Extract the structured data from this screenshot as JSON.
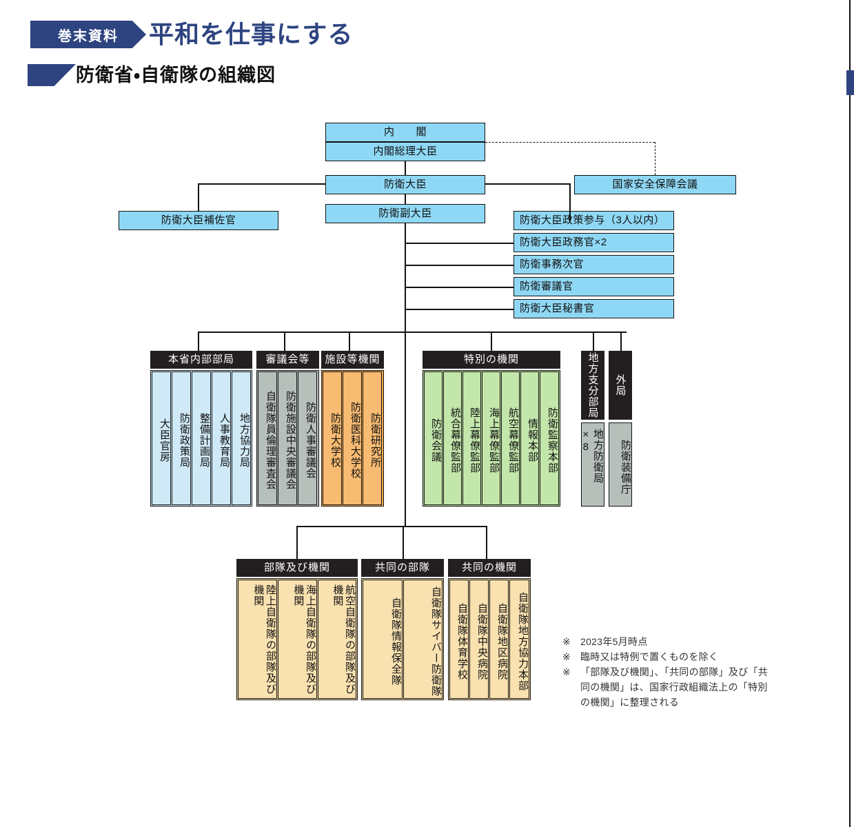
{
  "header": {
    "tag": "巻末資料",
    "title": "平和を仕事にする",
    "subtitle": "防衛省・自衛隊の組織図"
  },
  "chart_data": {
    "type": "diagram",
    "title": "防衛省・自衛隊の組織図",
    "top": {
      "cabinet": "内　　閣",
      "prime_minister": "内閣総理大臣",
      "nsc": "国家安全保障会議",
      "defense_minister": "防衛大臣",
      "state_minister": "防衛副大臣",
      "adviser_aide": "防衛大臣補佐官"
    },
    "minister_staff": [
      "防衛大臣政策参与（3人以内）",
      "防衛大臣政務官×2",
      "防衛事務次官",
      "防衛審議官",
      "防衛大臣秘書官"
    ],
    "groups": [
      {
        "name": "internal-bureaus",
        "header": "本省内部部局",
        "items": [
          "大臣官房",
          "防衛政策局",
          "整備計画局",
          "人事教育局",
          "地方協力局"
        ]
      },
      {
        "name": "councils",
        "header": "審議会等",
        "items": [
          "自衛隊員倫理審査会",
          "防衛施設中央審議会",
          "防衛人事審議会"
        ]
      },
      {
        "name": "facilities",
        "header": "施設等機関",
        "items": [
          "防衛大学校",
          "防衛医科大学校",
          "防衛研究所"
        ]
      },
      {
        "name": "special-organs",
        "header": "特別の機関",
        "items": [
          "防衛会議",
          "統合幕僚監部",
          "陸上幕僚監部",
          "海上幕僚監部",
          "航空幕僚監部",
          "情報本部",
          "防衛監察本部"
        ]
      }
    ],
    "side_columns": [
      {
        "name": "regional-branch",
        "header": "地方支分部局",
        "item": "地方防衛局×8"
      },
      {
        "name": "external-bureau",
        "header": "外局",
        "item": "防衛装備庁"
      }
    ],
    "bottom_groups": [
      {
        "name": "units-and-organizations",
        "header": "部隊及び機関",
        "items": [
          "陸上自衛隊の部隊及び機関",
          "海上自衛隊の部隊及び機関",
          "航空自衛隊の部隊及び機関"
        ]
      },
      {
        "name": "joint-units",
        "header": "共同の部隊",
        "items": [
          "自衛隊情報保全隊",
          "自衛隊サイバー防衛隊"
        ]
      },
      {
        "name": "joint-organizations",
        "header": "共同の機関",
        "items": [
          "自衛隊体育学校",
          "自衛隊中央病院",
          "自衛隊地区病院",
          "自衛隊地方協力本部"
        ]
      }
    ],
    "notes": [
      {
        "mark": "※",
        "text": "2023年5月時点"
      },
      {
        "mark": "※",
        "text": "臨時又は特例で置くものを除く"
      },
      {
        "mark": "※",
        "text": "「部隊及び機関」、「共同の部隊」及び「共同の機関」は、国家行政組織法上の「特別の機関」に整理される"
      }
    ],
    "colors": {
      "brand": "#2e4480",
      "box_blue": "#8fd8f5",
      "group_blue": "#cfe9f7",
      "group_gray": "#b7bfbb",
      "group_orange": "#f7bb72",
      "group_green": "#c3e6ab",
      "group_yellow": "#f9e1b0",
      "header_black": "#231f20"
    }
  }
}
